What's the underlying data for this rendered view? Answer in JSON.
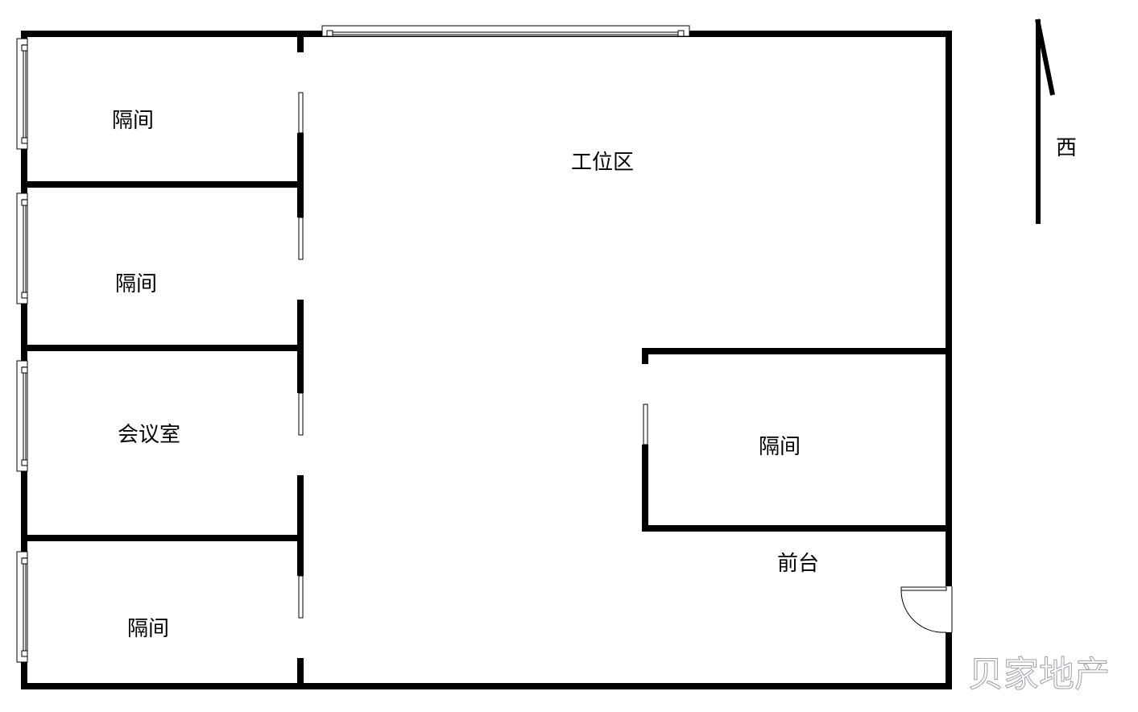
{
  "title": "办公室户型图",
  "rooms": {
    "room1": "隔间",
    "room2": "隔间",
    "meeting": "会议室",
    "room4": "隔间",
    "workspace": "工位区",
    "room5": "隔间",
    "reception": "前台"
  },
  "compass": {
    "direction": "西"
  },
  "watermark": "贝家地产",
  "colors": {
    "wall": "#000000",
    "background": "#ffffff"
  }
}
